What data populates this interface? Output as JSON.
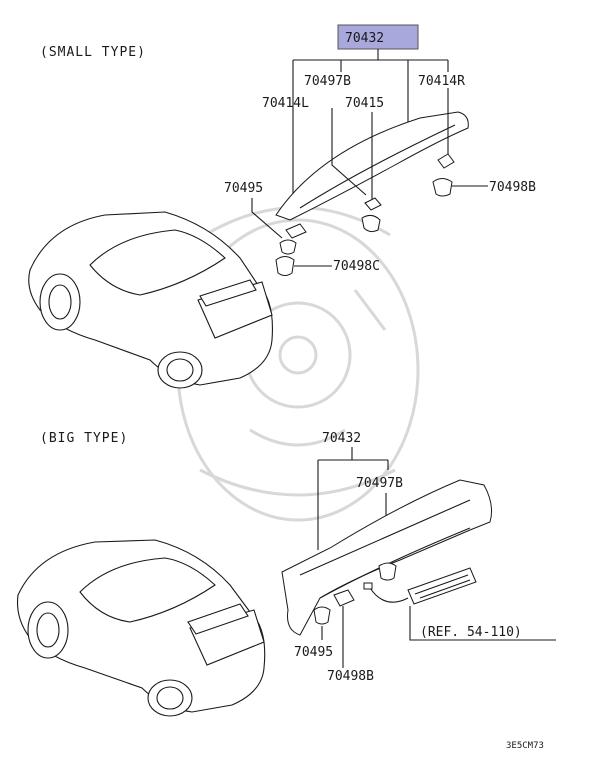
{
  "sections": {
    "small": "(SMALL TYPE)",
    "big": "(BIG TYPE)"
  },
  "small_labels": {
    "main": "70432",
    "p1": "70497B",
    "p2": "70414R",
    "p3": "70414L",
    "p4": "70415",
    "p5": "70495",
    "p6": "70498B",
    "p7": "70498C"
  },
  "big_labels": {
    "main": "70432",
    "p1": "70497B",
    "p2": "70495",
    "p3": "70498B",
    "ref": "(REF. 54-110)"
  },
  "diagram_code": "3E5CM73",
  "colors": {
    "highlight": "#a8a8dc",
    "line": "#1a1a1a",
    "watermark": "#d8d8d8"
  }
}
